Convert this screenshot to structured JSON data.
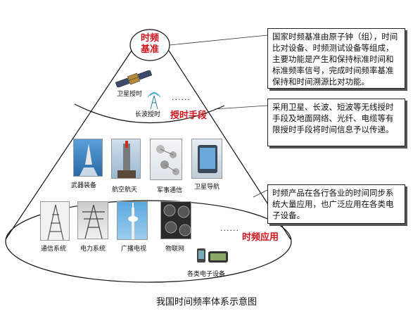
{
  "top": {
    "line1": "时频",
    "line2": "基准"
  },
  "layer2": {
    "satellite_label": "卫星授时",
    "longwave_label": "长波授时",
    "dots": "......",
    "title": "授时手段"
  },
  "layer3": {
    "items": [
      "武器装备",
      "航空航天",
      "军事通信",
      "卫星导航",
      "通信系统",
      "电力系统",
      "广播电视",
      "物联网",
      "各类电子设备"
    ],
    "dots": "......",
    "title": "时频应用"
  },
  "callouts": {
    "c1": "国家时频基准由原子钟（组），时间比对设备、时频测试设备等组成，主要功能是产生和保持标准时间和标准频率信号，完成时间频率基准保持和时间溯源比对功能。",
    "c2": "采用卫星、长波、短波等无线授时手段及地面网络、光纤、电缆等有限授时手段将时间信息予以传递。",
    "c3": "时频产品在各行各业的时间同步系统大量应用，也广泛应用在各类电子设备。"
  },
  "caption": "我国时间频率体系示意图"
}
